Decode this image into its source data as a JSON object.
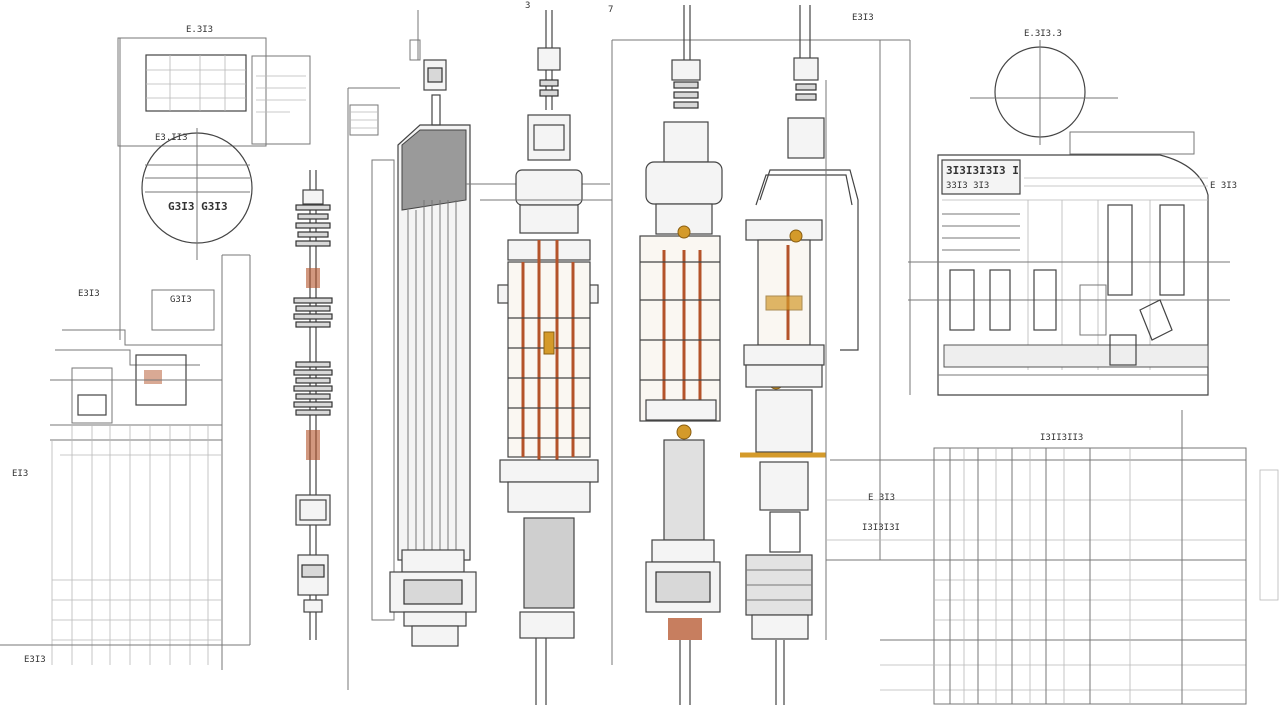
{
  "labels": {
    "tl_box_title": "E.3I3",
    "tl_circle": "G3I3 G3I3",
    "tl_note": "E3.II3",
    "left_ref": "E3I3",
    "left_small": "EI3",
    "left_bottom": "E3I3",
    "mid_left_box": "G3I3",
    "top_center_a": "3",
    "top_center_b": "7",
    "top_center_r": "E3I3",
    "right_circle_title": "E.3I3.3",
    "right_box_title": "3I3I3I3I3 I",
    "right_box_sub": "33I3 3I3",
    "right_side": "E 3I3",
    "right_lower_title": "I3II3II3",
    "mid_note": "I3I3I3I",
    "mid_note2": "E 3I3"
  },
  "colors": {
    "line": "#777777",
    "dark": "#444444",
    "accent_rust": "#b4532a",
    "accent_gold": "#d49a2a"
  }
}
